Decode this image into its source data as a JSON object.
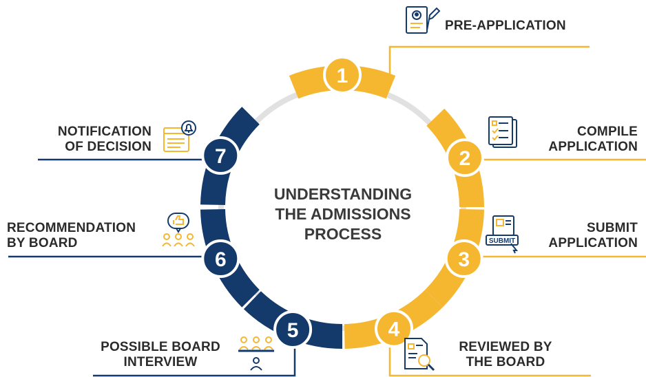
{
  "title": {
    "line1": "UNDERSTANDING",
    "line2": "THE ADMISSIONS",
    "line3": "PROCESS"
  },
  "colors": {
    "gold": "#F5B730",
    "navy": "#133A6B",
    "ring": "#E1E1E1",
    "text": "#2B2B2B",
    "line_gold": "#F5B730",
    "line_navy": "#133A6B"
  },
  "steps": [
    {
      "num": "1",
      "lines": [
        "PRE-APPLICATION"
      ],
      "icon": "application-form-icon"
    },
    {
      "num": "2",
      "lines": [
        "COMPILE",
        "APPLICATION"
      ],
      "icon": "checklist-document-icon"
    },
    {
      "num": "3",
      "lines": [
        "SUBMIT",
        "APPLICATION"
      ],
      "icon": "submit-form-icon",
      "icon_text": "SUBMIT"
    },
    {
      "num": "4",
      "lines": [
        "REVIEWED BY",
        "THE BOARD"
      ],
      "icon": "document-magnifier-icon"
    },
    {
      "num": "5",
      "lines": [
        "POSSIBLE BOARD",
        "INTERVIEW"
      ],
      "icon": "interview-panel-icon"
    },
    {
      "num": "6",
      "lines": [
        "RECOMMENDATION",
        "BY BOARD"
      ],
      "icon": "board-thumbs-up-icon"
    },
    {
      "num": "7",
      "lines": [
        "NOTIFICATION",
        "OF DECISION"
      ],
      "icon": "notification-bell-icon"
    }
  ]
}
